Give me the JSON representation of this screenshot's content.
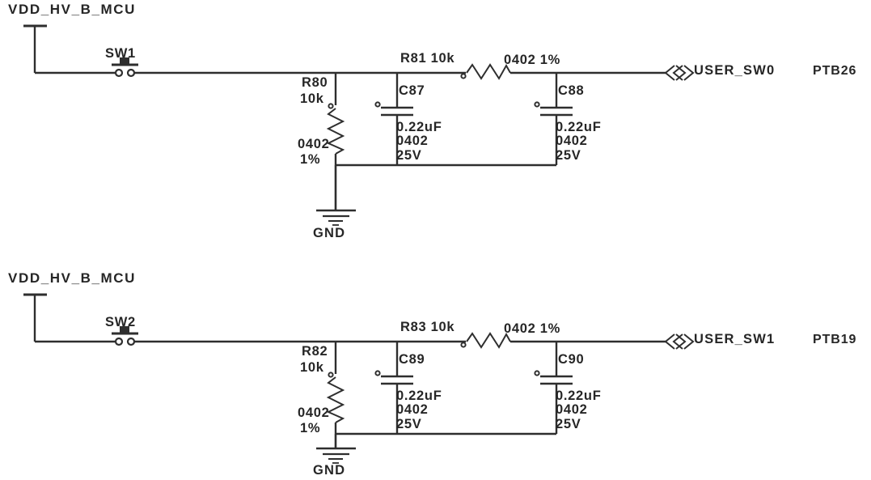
{
  "colors": {
    "line": "#2e2e2e",
    "text": "#262626",
    "background": "#ffffff"
  },
  "circuits": [
    {
      "power_net": "VDD_HV_B_MCU",
      "switch_ref": "SW1",
      "pulldown_resistor": {
        "ref": "R80",
        "value": "10k",
        "package": "0402",
        "tolerance": "1%"
      },
      "series_resistor": {
        "name_value": "R81 10k",
        "package_tolerance": "0402 1%"
      },
      "cap_a": {
        "ref": "C87",
        "value": "0.22uF",
        "package": "0402",
        "voltage": "25V"
      },
      "cap_b": {
        "ref": "C88",
        "value": "0.22uF",
        "package": "0402",
        "voltage": "25V"
      },
      "ground_net": "GND",
      "signal_name": "USER_SW0",
      "mcu_pin": "PTB26"
    },
    {
      "power_net": "VDD_HV_B_MCU",
      "switch_ref": "SW2",
      "pulldown_resistor": {
        "ref": "R82",
        "value": "10k",
        "package": "0402",
        "tolerance": "1%"
      },
      "series_resistor": {
        "name_value": "R83 10k",
        "package_tolerance": "0402 1%"
      },
      "cap_a": {
        "ref": "C89",
        "value": "0.22uF",
        "package": "0402",
        "voltage": "25V"
      },
      "cap_b": {
        "ref": "C90",
        "value": "0.22uF",
        "package": "0402",
        "voltage": "25V"
      },
      "ground_net": "GND",
      "signal_name": "USER_SW1",
      "mcu_pin": "PTB19"
    }
  ]
}
